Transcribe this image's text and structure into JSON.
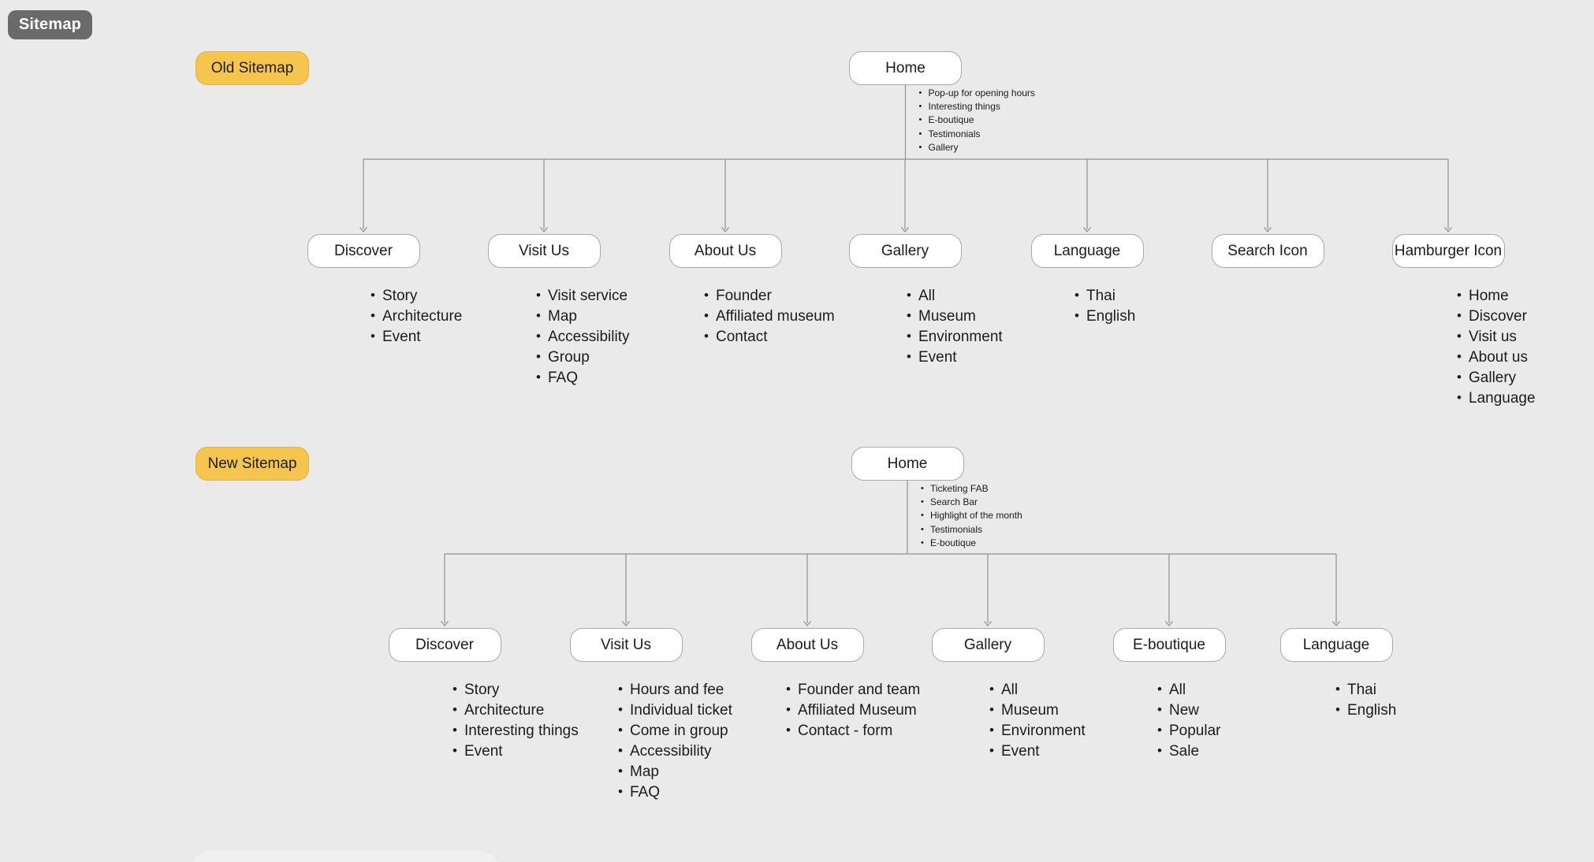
{
  "title_badge": "Sitemap",
  "colors": {
    "accent_yellow": "#F5C54E",
    "title_badge_gray": "#6A6A6A",
    "node_border": "#A9A9A9",
    "connector_gray": "#8F8F8F",
    "background": "#EAEAEA",
    "text": "#1B1B1D"
  },
  "sitemaps": [
    {
      "id": "old",
      "badge": "Old Sitemap",
      "root": {
        "label": "Home",
        "annotations": [
          "Pop-up for opening hours",
          "Interesting things",
          "E-boutique",
          "Testimonials",
          "Gallery"
        ]
      },
      "children": [
        {
          "label": "Discover",
          "items": [
            "Story",
            "Architecture",
            "Event"
          ]
        },
        {
          "label": "Visit Us",
          "items": [
            "Visit service",
            "Map",
            "Accessibility",
            "Group",
            "FAQ"
          ]
        },
        {
          "label": "About Us",
          "items": [
            "Founder",
            "Affiliated museum",
            "Contact"
          ]
        },
        {
          "label": "Gallery",
          "items": [
            "All",
            "Museum",
            "Environment",
            "Event"
          ]
        },
        {
          "label": "Language",
          "items": [
            "Thai",
            "English"
          ]
        },
        {
          "label": "Search Icon",
          "items": []
        },
        {
          "label": "Hamburger Icon",
          "items": [
            "Home",
            "Discover",
            "Visit us",
            "About us",
            "Gallery",
            "Language"
          ]
        }
      ]
    },
    {
      "id": "new",
      "badge": "New Sitemap",
      "root": {
        "label": "Home",
        "annotations": [
          "Ticketing FAB",
          "Search Bar",
          "Highlight of the month",
          "Testimonials",
          "E-boutique"
        ]
      },
      "children": [
        {
          "label": "Discover",
          "items": [
            "Story",
            "Architecture",
            "Interesting things",
            "Event"
          ]
        },
        {
          "label": "Visit Us",
          "items": [
            "Hours and fee",
            "Individual ticket",
            "Come in group",
            "Accessibility",
            "Map",
            "FAQ"
          ]
        },
        {
          "label": "About Us",
          "items": [
            "Founder and team",
            "Affiliated Museum",
            "Contact - form"
          ]
        },
        {
          "label": "Gallery",
          "items": [
            "All",
            "Museum",
            "Environment",
            "Event"
          ]
        },
        {
          "label": "E-boutique",
          "items": [
            "All",
            "New",
            "Popular",
            "Sale"
          ]
        },
        {
          "label": "Language",
          "items": [
            "Thai",
            "English"
          ]
        }
      ]
    }
  ]
}
